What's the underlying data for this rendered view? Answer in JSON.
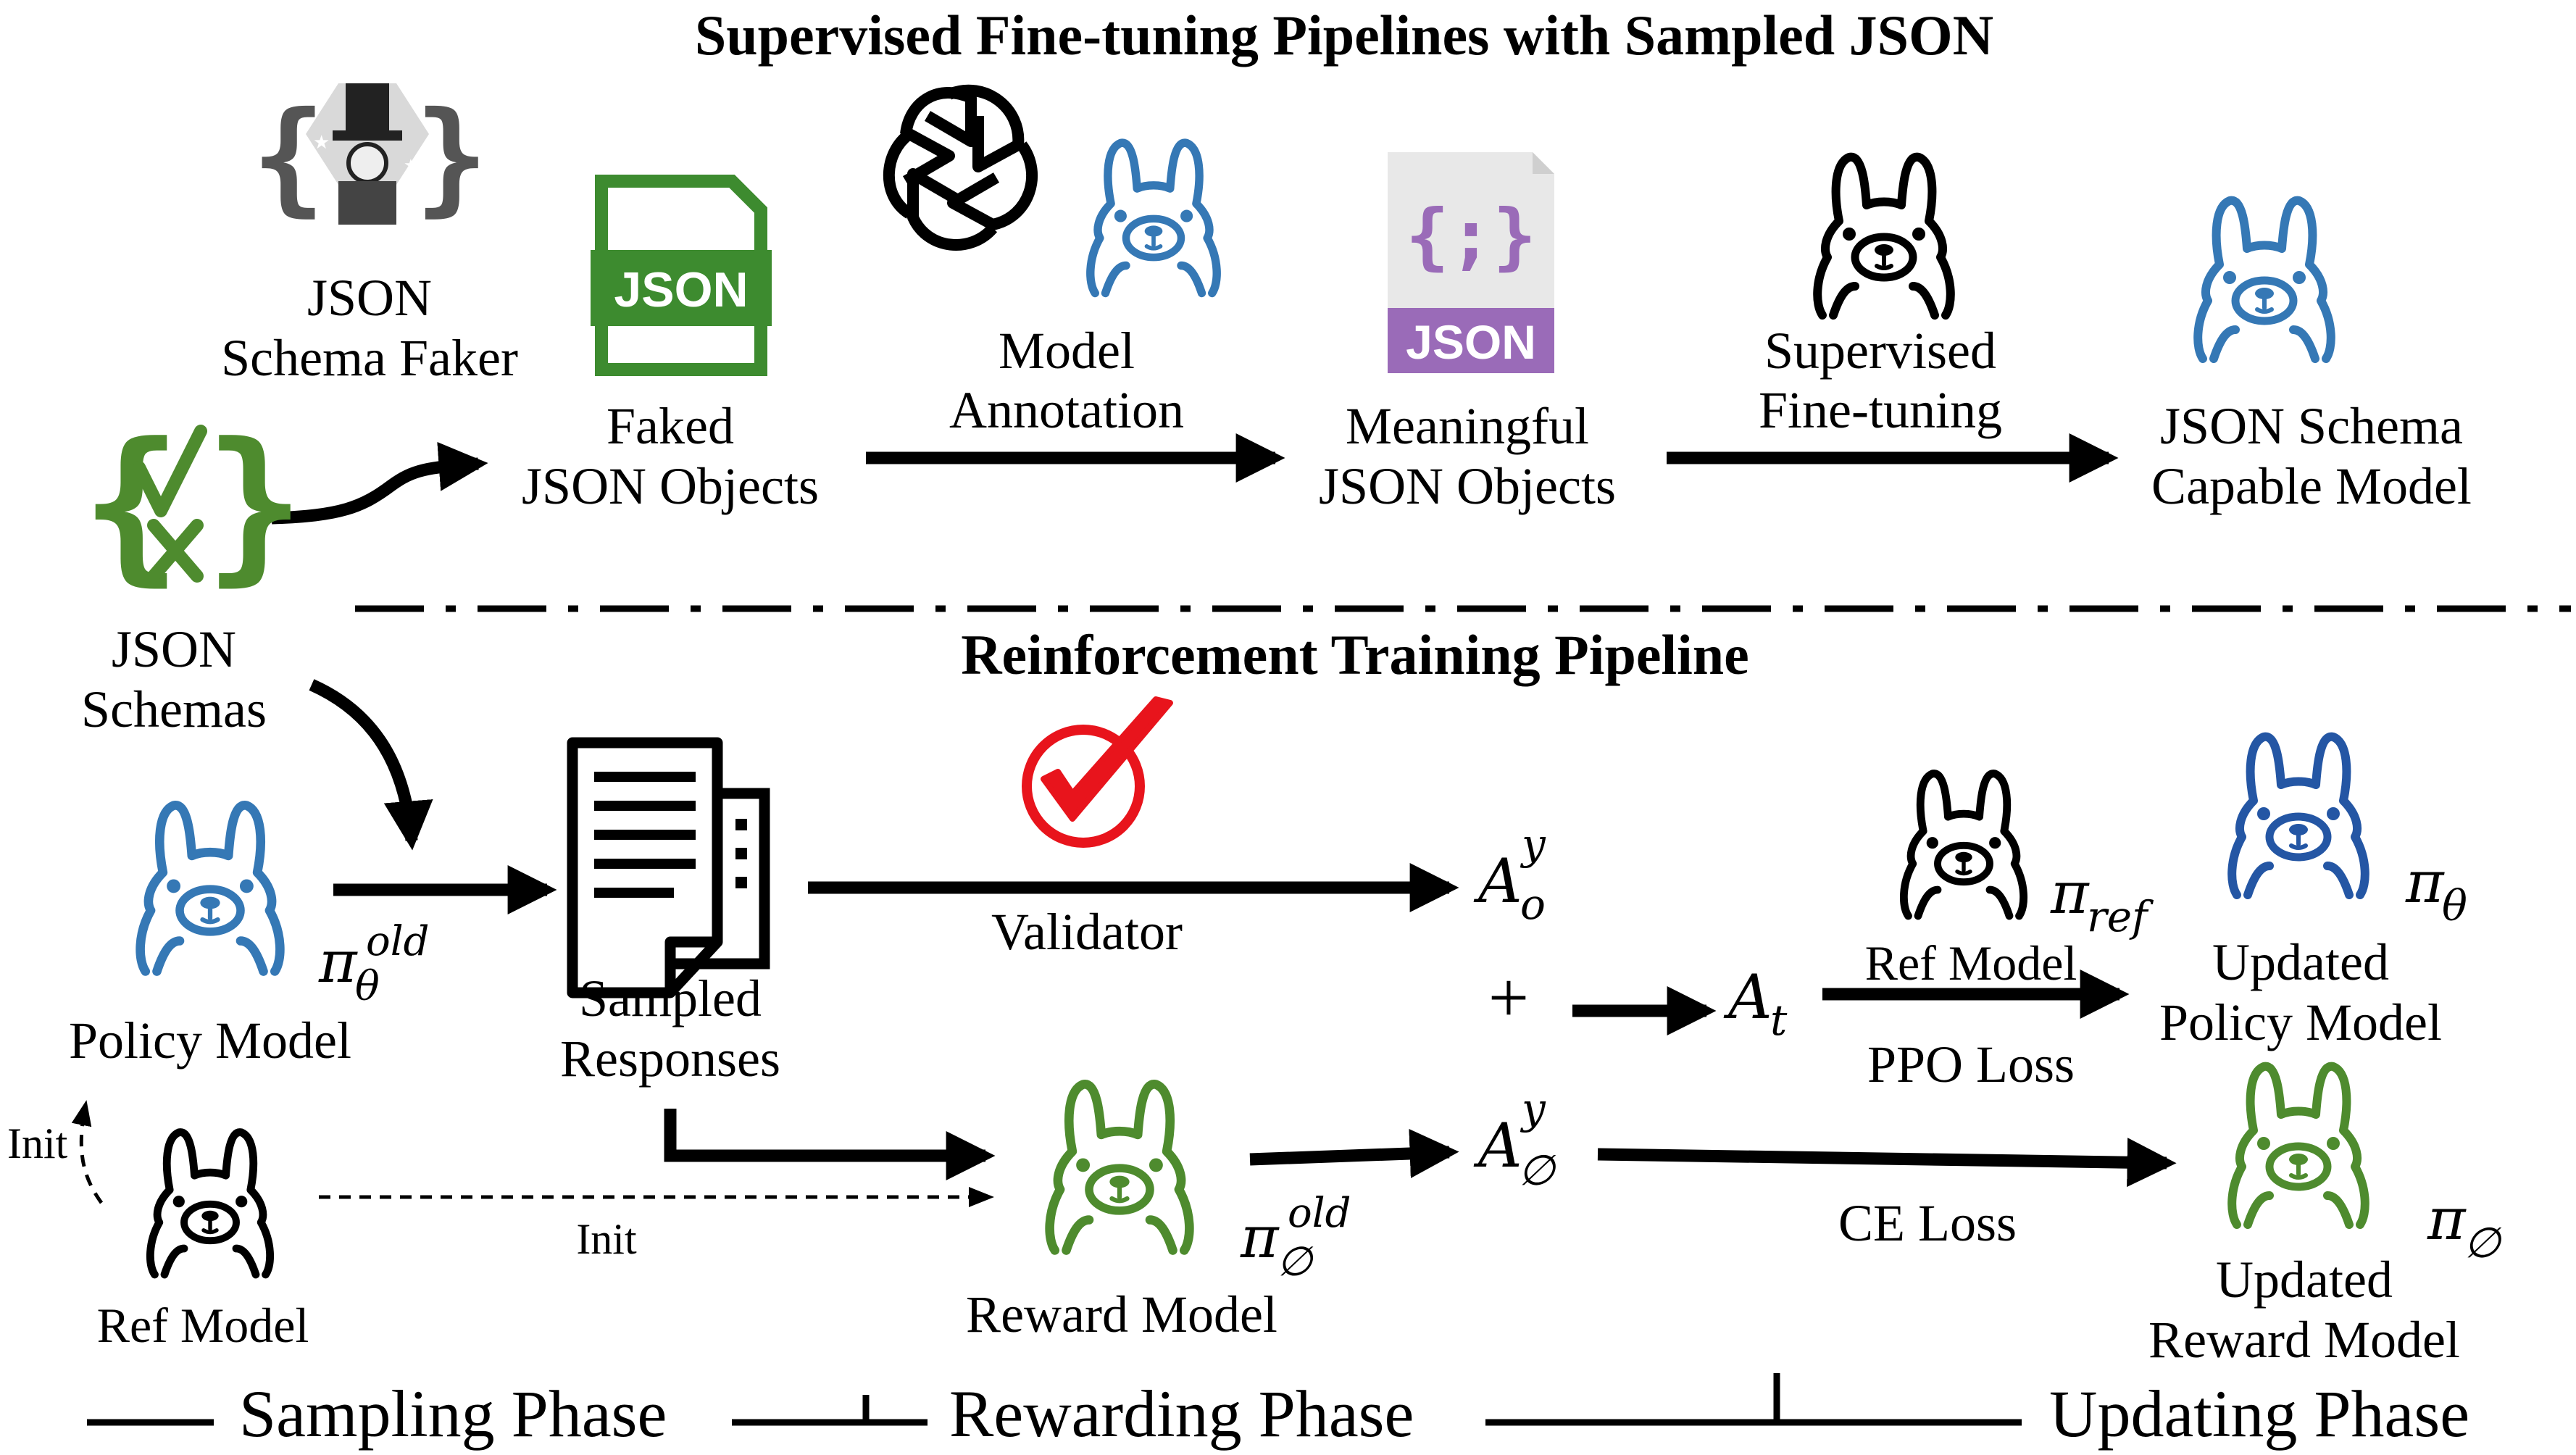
{
  "titles": {
    "sft": "Supervised Fine-tuning Pipelines with Sampled JSON",
    "rl": "Reinforcement Training Pipeline"
  },
  "sft": {
    "faker_line1": "JSON",
    "faker_line2": "Schema Faker",
    "faked_line1": "Faked",
    "faked_line2": "JSON Objects",
    "faked_icon_text": "JSON",
    "annotation_line1": "Model",
    "annotation_line2": "Annotation",
    "meaningful_line1": "Meaningful",
    "meaningful_line2": "JSON Objects",
    "meaningful_icon_text": "JSON",
    "meaningful_glyph": "{;}",
    "sft_line1": "Supervised",
    "sft_line2": "Fine-tuning",
    "capable_line1": "JSON Schema",
    "capable_line2": "Capable Model"
  },
  "schemas": {
    "line1": "JSON",
    "line2": "Schemas"
  },
  "rl": {
    "policy_model": "Policy Model",
    "pi_theta_old": {
      "base": "π",
      "sub": "θ",
      "sup": "old"
    },
    "sampled_line1": "Sampled",
    "sampled_line2": "Responses",
    "validator": "Validator",
    "a_o": {
      "base": "A",
      "sub": "o",
      "sup": "y"
    },
    "plus": "+",
    "a_t": {
      "base": "A",
      "sub": "t"
    },
    "ref_model_mid": "Ref Model",
    "pi_ref": {
      "base": "π",
      "sub": "ref"
    },
    "ppo_loss": "PPO Loss",
    "updated_policy_line1": "Updated",
    "updated_policy_line2": "Policy Model",
    "pi_theta": {
      "base": "π",
      "sub": "θ"
    },
    "init_left": "Init",
    "init_mid": "Init",
    "ref_model_left": "Ref Model",
    "reward_model": "Reward Model",
    "pi_phi_old": {
      "base": "π",
      "sub": "∅",
      "sup": "old"
    },
    "a_phi": {
      "base": "A",
      "sub": "∅",
      "sup": "y"
    },
    "ce_loss": "CE Loss",
    "pi_phi": {
      "base": "π",
      "sub": "∅"
    },
    "updated_reward_line1": "Updated",
    "updated_reward_line2": "Reward Model"
  },
  "phases": {
    "sampling": "Sampling Phase",
    "rewarding": "Rewarding Phase",
    "updating": "Updating Phase"
  },
  "colors": {
    "llama_blue": "#3578b5",
    "llama_dark_blue": "#2456a4",
    "llama_green": "#4e8b2e",
    "llama_black": "#000000",
    "json_green": "#3d8b2f",
    "json_purple": "#9a6bb8",
    "validator_red": "#e8141c",
    "arrow": "#000000"
  },
  "icons": [
    "json-schema-faker-icon",
    "json-file-green-icon",
    "openai-logo-icon",
    "llama-blue-icon",
    "json-file-purple-icon",
    "llama-black-icon",
    "llama-blue-icon",
    "json-schema-icon",
    "llama-blue-icon",
    "document-stack-icon",
    "red-check-icon",
    "llama-black-icon",
    "llama-dark-blue-icon",
    "llama-black-icon",
    "llama-green-icon",
    "llama-green-icon"
  ]
}
